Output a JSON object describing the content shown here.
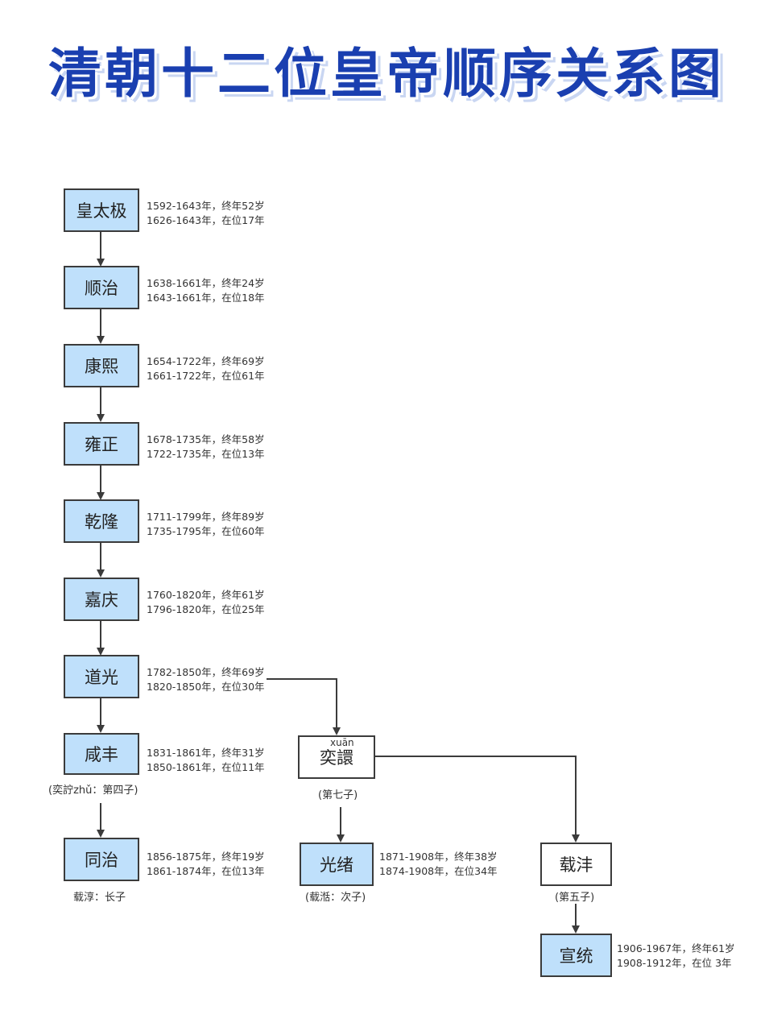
{
  "title": "清朝十二位皇帝顺序关系图",
  "emperors": [
    {
      "name": "皇太极",
      "life": "1592-1643年，终年52岁",
      "reign": "1626-1643年，在位17年"
    },
    {
      "name": "顺治",
      "life": "1638-1661年，终年24岁",
      "reign": "1643-1661年，在位18年"
    },
    {
      "name": "康熙",
      "life": "1654-1722年，终年69岁",
      "reign": "1661-1722年，在位61年"
    },
    {
      "name": "雍正",
      "life": "1678-1735年，终年58岁",
      "reign": "1722-1735年，在位13年"
    },
    {
      "name": "乾隆",
      "life": "1711-1799年，终年89岁",
      "reign": "1735-1795年，在位60年"
    },
    {
      "name": "嘉庆",
      "life": "1760-1820年，终年61岁",
      "reign": "1796-1820年，在位25年"
    },
    {
      "name": "道光",
      "life": "1782-1850年，终年69岁",
      "reign": "1820-1850年，在位30年"
    },
    {
      "name": "咸丰",
      "life": "1831-1861年，终年31岁",
      "reign": "1850-1861年，在位11年",
      "note": "(奕詝zhǔ：第四子)"
    },
    {
      "name": "同治",
      "life": "1856-1875年，终年19岁",
      "reign": "1861-1874年，在位13年",
      "note": "载淳：长子"
    },
    {
      "name": "光绪",
      "life": "1871-1908年，终年38岁",
      "reign": "1874-1908年，在位34年",
      "note": "(载湉：次子)"
    },
    {
      "name": "宣统",
      "life": "1906-1967年，终年61岁",
      "reign": "1908-1912年，在位 3年"
    }
  ],
  "princes": [
    {
      "name": "奕譞",
      "pinyin": "xuān",
      "note": "(第七子)"
    },
    {
      "name": "载沣",
      "note": "(第五子)"
    }
  ],
  "colors": {
    "title": "#1a3fb0",
    "emperor_box": "#bfe0fb",
    "prince_box": "#ffffff",
    "line": "#3b3b3b"
  }
}
